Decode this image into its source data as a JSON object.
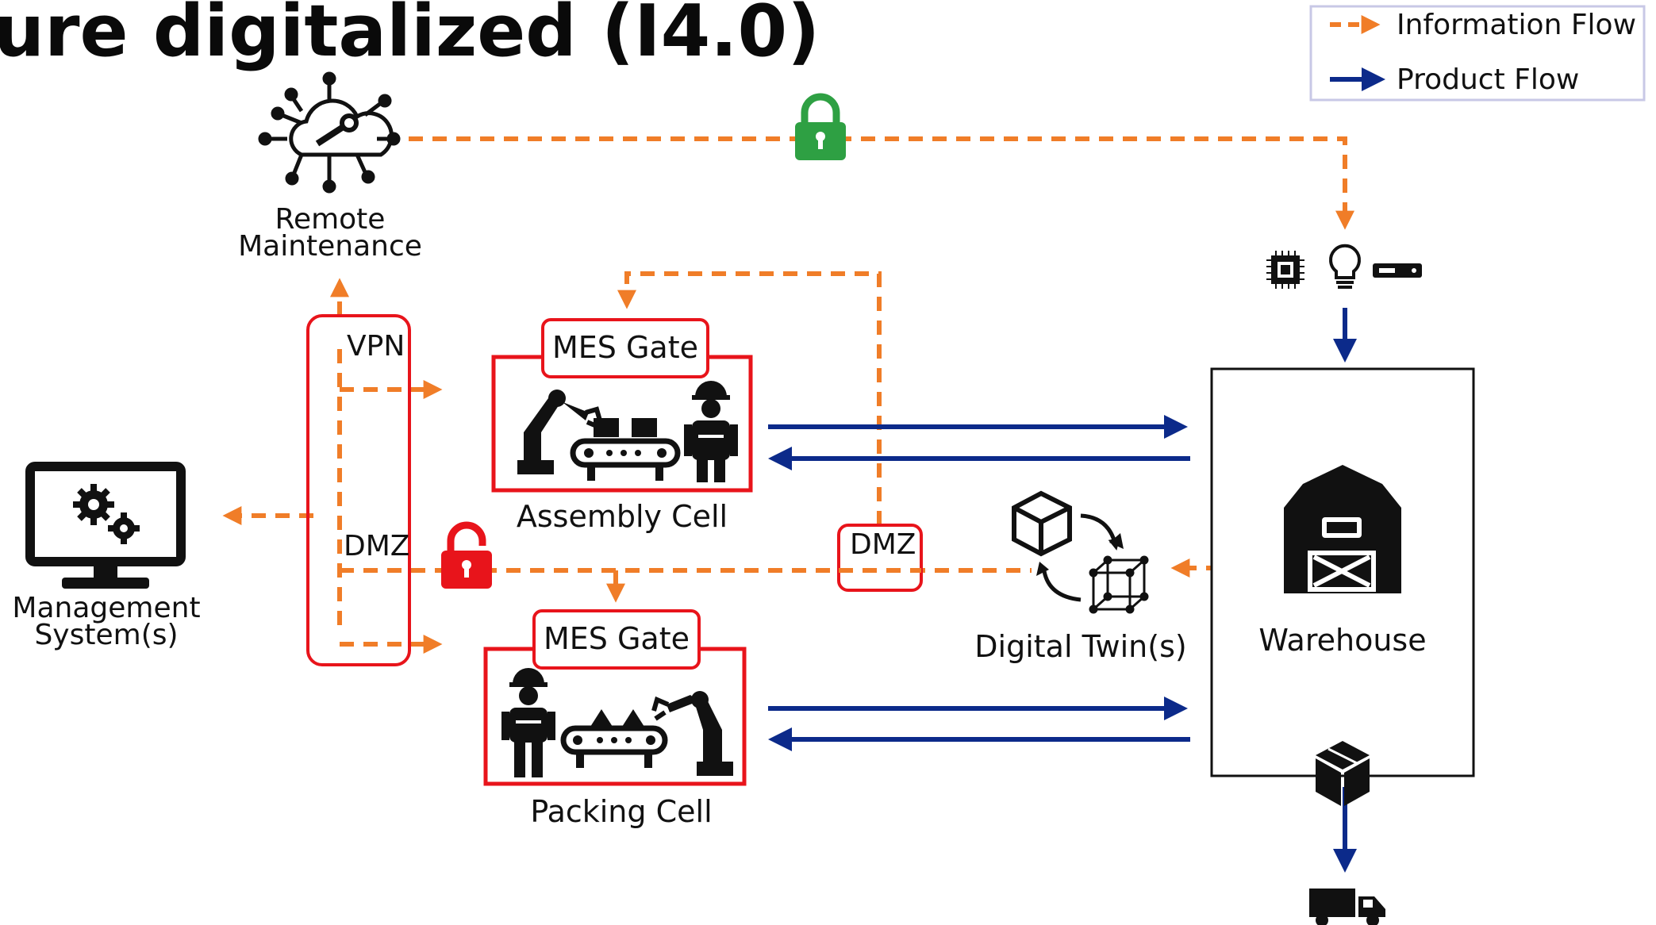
{
  "title": "ure digitalized (I4.0)",
  "legend": {
    "information_flow": "Information Flow",
    "product_flow": "Product Flow"
  },
  "nodes": {
    "remote_maintenance": {
      "line1": "Remote",
      "line2": "Maintenance"
    },
    "management_system": {
      "line1": "Management",
      "line2": "System(s)"
    },
    "assembly_cell": {
      "gate": "MES Gate",
      "label": "Assembly Cell"
    },
    "packing_cell": {
      "gate": "MES Gate",
      "label": "Packing Cell"
    },
    "digital_twin": {
      "label": "Digital Twin(s)"
    },
    "warehouse": {
      "label": "Warehouse"
    },
    "vpn": {
      "label": "VPN"
    },
    "dmz_left": {
      "label": "DMZ"
    },
    "dmz_right": {
      "label": "DMZ"
    }
  },
  "colors": {
    "information_flow": "#f07d28",
    "product_flow": "#0c2a8a",
    "security_zone": "#e8141b",
    "lock_closed": "#2ea043",
    "lock_open": "#e8141b",
    "legend_border": "#c8c8e6"
  },
  "icons": [
    "cloud-wrench-icon",
    "monitor-gears-icon",
    "robot-arm-icon",
    "conveyor-icon",
    "worker-icon",
    "lock-closed-icon",
    "lock-open-icon",
    "cube-icon",
    "wireframe-cube-icon",
    "barn-icon",
    "package-icon",
    "truck-icon",
    "chip-icon",
    "bulb-icon",
    "device-icon"
  ]
}
